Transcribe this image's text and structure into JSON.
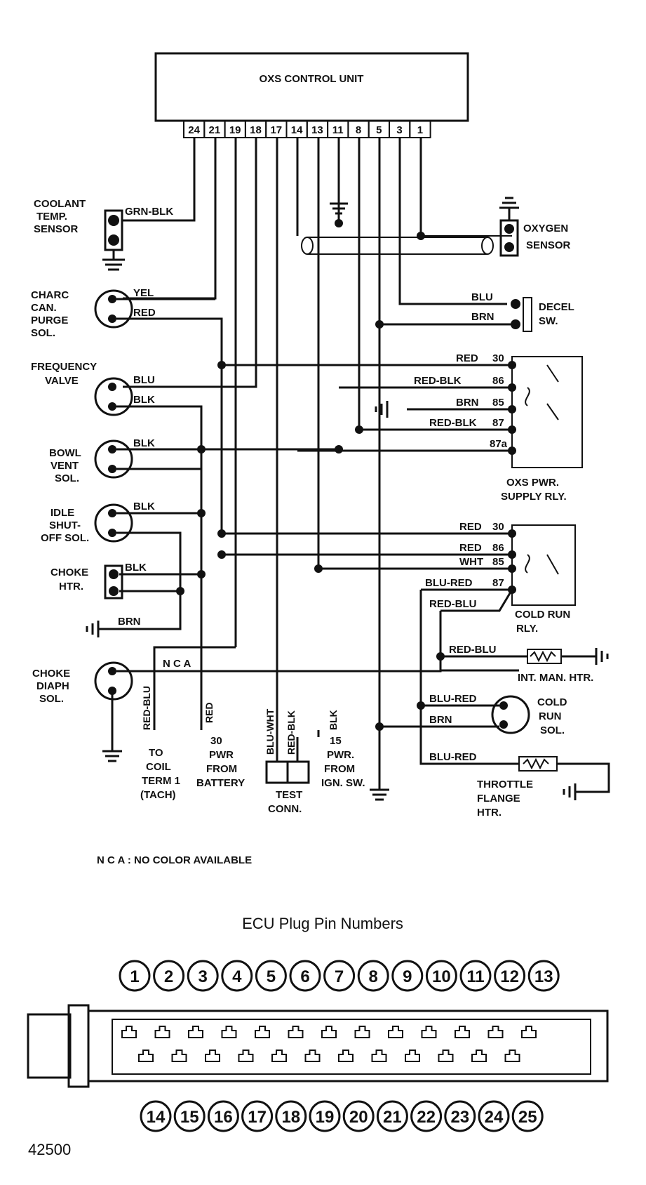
{
  "control_unit": {
    "title": "OXS CONTROL UNIT",
    "terminals": [
      "24",
      "21",
      "19",
      "18",
      "17",
      "14",
      "13",
      "11",
      "8",
      "5",
      "3",
      "1"
    ]
  },
  "components": {
    "coolant": "COOLANT|TEMP.|SENSOR",
    "oxygen": "OXYGEN|SENSOR",
    "charc": "CHARC|CAN.|PURGE|SOL.",
    "decel": "DECEL|SW.",
    "freq": "FREQUENCY|VALVE",
    "bowl": "BOWL|VENT|SOL.",
    "idle": "IDLE|SHUT-|OFF SOL.",
    "choke_htr": "CHOKE|HTR.",
    "choke_diaph": "CHOKE|DIAPH|SOL.",
    "oxs_relay": "OXS  PWR.|SUPPLY RLY.",
    "cold_relay": "COLD RUN|RLY.",
    "int_man": "INT. MAN. HTR.",
    "cold_sol": "COLD|RUN|SOL.",
    "throttle": "THROTTLE|FLANGE|HTR.",
    "coil": "TO|COIL|TERM 1|(TACH)",
    "battery": "30|PWR|FROM|BATTERY",
    "test_conn": "TEST|CONN.",
    "ign": "15|PWR.|FROM|IGN. SW."
  },
  "wires": {
    "grn_blk": "GRN-BLK",
    "yel": "YEL",
    "red": "RED",
    "blu": "BLU",
    "brn": "BRN",
    "blk": "BLK",
    "red_blk": "RED-BLK",
    "wht": "WHT",
    "blu_red": "BLU-RED",
    "red_blu": "RED-BLU",
    "nca": "N C A",
    "blu_wht": "BLU-WHT"
  },
  "relay_pins": {
    "oxs": [
      "30",
      "86",
      "85",
      "87",
      "87a"
    ],
    "cold": [
      "30",
      "86",
      "85",
      "87"
    ]
  },
  "legend": "N C A :  NO COLOR AVAILABLE",
  "ecu_title": "ECU Plug Pin Numbers",
  "pins_top": [
    "1",
    "2",
    "3",
    "4",
    "5",
    "6",
    "7",
    "8",
    "9",
    "10",
    "11",
    "12",
    "13"
  ],
  "pins_bottom": [
    "14",
    "15",
    "16",
    "17",
    "18",
    "19",
    "20",
    "21",
    "22",
    "23",
    "24",
    "25"
  ],
  "figure_id": "42500"
}
